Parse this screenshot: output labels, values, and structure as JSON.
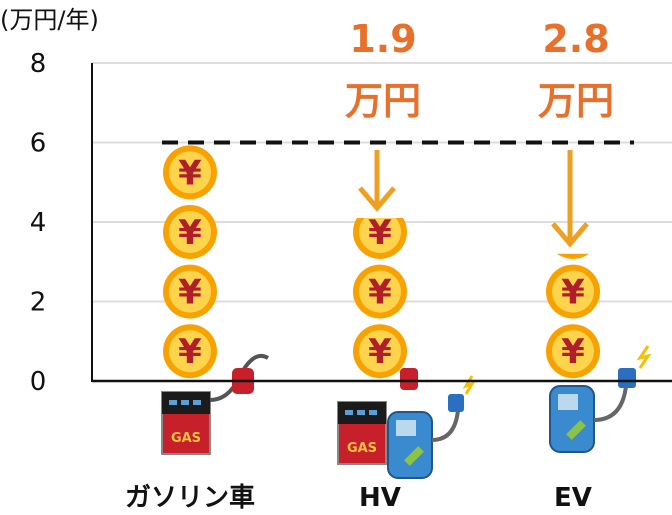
{
  "chart_data": {
    "type": "bar",
    "title": "",
    "ylabel": "(万円/年)",
    "xlabel": "",
    "ylim": [
      0,
      8
    ],
    "yticks": [
      0,
      2,
      4,
      6,
      8
    ],
    "grid": true,
    "categories": [
      "ガソリン車",
      "HV",
      "EV"
    ],
    "values": [
      6,
      4.1,
      3.2
    ],
    "coin_unit": 1.5,
    "reference_line": {
      "value": 6,
      "style": "dashed"
    },
    "annotations": [
      {
        "category": "HV",
        "amount": "1.9",
        "unit": "万円"
      },
      {
        "category": "EV",
        "amount": "2.8",
        "unit": "万円"
      }
    ],
    "coin_symbol": "¥",
    "pump_label": "GAS"
  },
  "colors": {
    "annotation": "#e8702a",
    "arrow": "#f0a020",
    "coin_ring": "#f7a200",
    "coin_face": "#ffd44d",
    "yen": "#b01e2a",
    "grid": "#dddddd"
  }
}
